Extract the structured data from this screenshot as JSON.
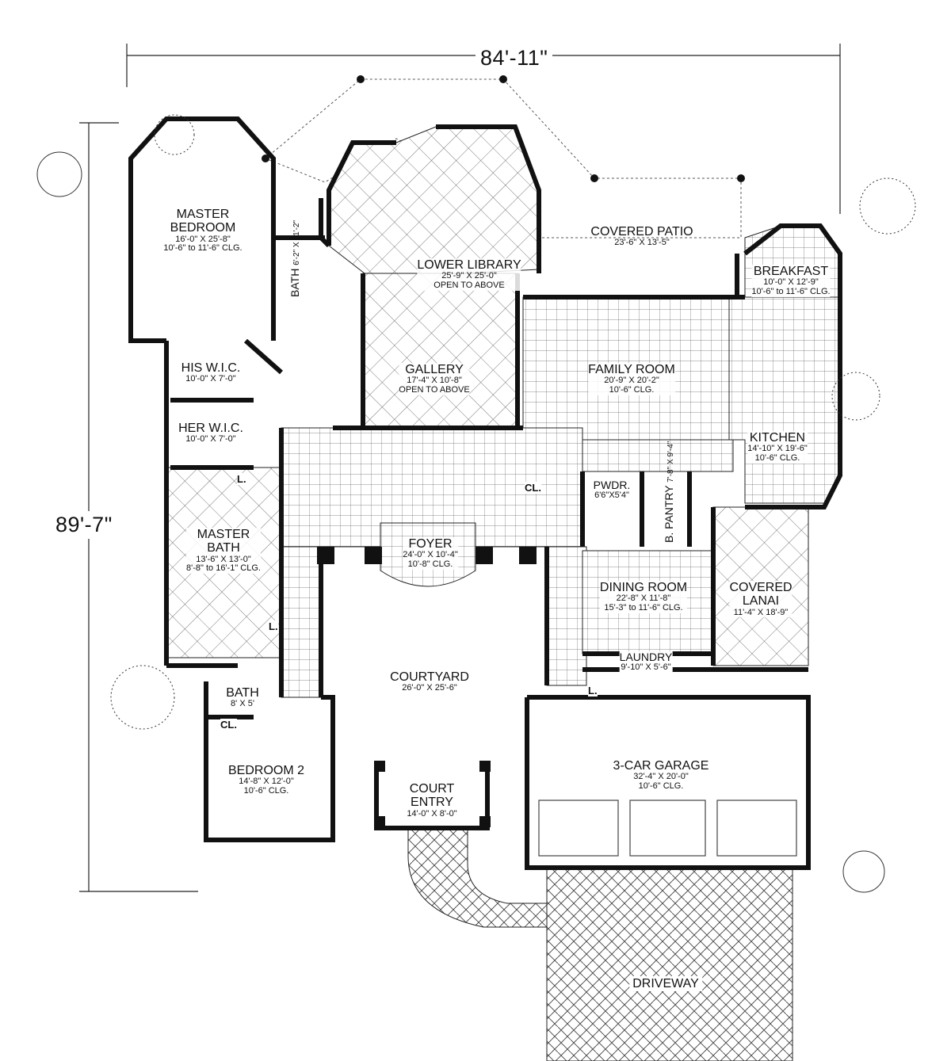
{
  "dimensions": {
    "width": "84'-11\"",
    "depth": "89'-7\""
  },
  "rooms": {
    "master_bedroom": {
      "name_1": "MASTER",
      "name_2": "BEDROOM",
      "size": "16'-0\" X 25'-8\"",
      "ceiling": "10'-6\" to 11'-6\" CLG."
    },
    "bath_upper": {
      "name": "BATH",
      "size": "6'-2\" X 11'-2\""
    },
    "lower_library": {
      "name": "LOWER LIBRARY",
      "size": "25'-9\" X 25'-0\"",
      "note": "OPEN TO ABOVE"
    },
    "covered_patio": {
      "name": "COVERED PATIO",
      "size": "23'-6\" X 13'-5\""
    },
    "breakfast": {
      "name": "BREAKFAST",
      "size": "10'-0\" X 12'-9\"",
      "ceiling": "10'-6\" to 11'-6\" CLG."
    },
    "his_wic": {
      "name": "HIS W.I.C.",
      "size": "10'-0\" X 7'-0\""
    },
    "her_wic": {
      "name": "HER W.I.C.",
      "size": "10'-0\" X 7'-0\""
    },
    "gallery": {
      "name": "GALLERY",
      "size": "17'-4\" X 10'-8\"",
      "note": "OPEN TO ABOVE"
    },
    "family_room": {
      "name": "FAMILY ROOM",
      "size": "20'-9\" X 20'-2\"",
      "ceiling": "10'-6\" CLG."
    },
    "kitchen": {
      "name": "KITCHEN",
      "size": "14'-10\" X 19'-6\"",
      "ceiling": "10'-6\" CLG."
    },
    "pwdr": {
      "name": "PWDR.",
      "size": "6'6\"X5'4\""
    },
    "pantry": {
      "name": "B. PANTRY",
      "size": "7'-8\" X 9'-4\""
    },
    "master_bath": {
      "name_1": "MASTER",
      "name_2": "BATH",
      "size": "13'-6\" X 13'-0\"",
      "ceiling": "8'-8\" to 16'-1\" CLG."
    },
    "foyer": {
      "name": "FOYER",
      "size": "24'-0\" X 10'-4\"",
      "ceiling": "10'-8\" CLG."
    },
    "dining_room": {
      "name": "DINING ROOM",
      "size": "22'-8\" X 11'-8\"",
      "ceiling": "15'-3\" to 11'-6\" CLG."
    },
    "covered_lanai": {
      "name_1": "COVERED",
      "name_2": "LANAI",
      "size": "11'-4\" X 18'-9\""
    },
    "laundry": {
      "name": "LAUNDRY",
      "size": "9'-10\" X 5'-6\""
    },
    "courtyard": {
      "name": "COURTYARD",
      "size": "26'-0\" X 25'-6\""
    },
    "bath_2": {
      "name": "BATH",
      "size": "8' X 5'"
    },
    "bedroom_2": {
      "name": "BEDROOM 2",
      "size": "14'-8\" X 12'-0\"",
      "ceiling": "10'-6\" CLG."
    },
    "court_entry": {
      "name_1": "COURT",
      "name_2": "ENTRY",
      "size": "14'-0\" X 8'-0\""
    },
    "garage": {
      "name": "3-CAR GARAGE",
      "size": "32'-4\" X 20'-0\"",
      "ceiling": "10'-6\" CLG."
    },
    "driveway": {
      "name": "DRIVEWAY"
    }
  },
  "small_labels": {
    "closet": "CL.",
    "linen": "L."
  }
}
